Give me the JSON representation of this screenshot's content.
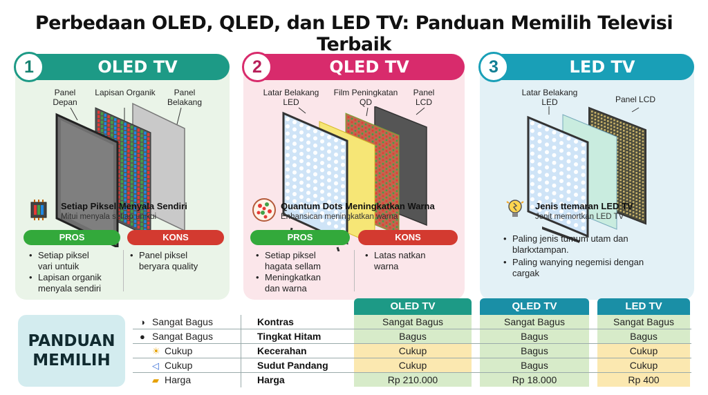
{
  "title": "Perbedaan OLED, QLED, dan LED TV: Panduan Memilih Televisi Terbaik",
  "colors": {
    "oled": "#1d9a86",
    "qled": "#d82b6c",
    "led": "#199fb7",
    "pros": "#33a93b",
    "kons": "#d33a30"
  },
  "oled": {
    "number": "1",
    "header": "OLED TV",
    "labels": {
      "front": "Panel\nDepan",
      "organic": "Lapisan Organik",
      "back": "Panel\nBelakang"
    },
    "feature_title": "Setiap Piksel Menyala Sendiri",
    "feature_sub": "Mitui menyala setiap unikui",
    "pros_label": "PROS",
    "kons_label": "KONS",
    "pros": [
      "Setiap piksel\nvari untuik",
      "Lapisan organik\nmenyala sendiri"
    ],
    "kons": [
      "Panel piksel\nberyara quality"
    ]
  },
  "qled": {
    "number": "2",
    "header": "QLED TV",
    "labels": {
      "backlight": "Latar Belakang\nLED",
      "film": "Film Peningkatan\nQD",
      "panel": "Panel\nLCD"
    },
    "feature_title": "Quantum Dots Meningkatkan Warna",
    "feature_sub": "Enhansican meningkatkan warna",
    "pros_label": "PROS",
    "kons_label": "KONS",
    "pros": [
      "Setiap piksel\nhagata sellam",
      "Meningkatkan\ndan warna"
    ],
    "kons": [
      "Latas natkan\nwarna"
    ]
  },
  "led": {
    "number": "3",
    "header": "LED TV",
    "labels": {
      "backlight": "Latar Belakang\nLED",
      "panel": "Panel LCD"
    },
    "feature_title": "Jenis ttemaran LED TV",
    "feature_sub": "Jenit memortkan LED TV",
    "bullets": [
      "Paling jenis tumum utam dan\nblarkxtampan.",
      "Paling wanying negemisi dengan\ncargak"
    ]
  },
  "guide": {
    "line1": "PANDUAN",
    "line2": "MEMILIH"
  },
  "table": {
    "columns": [
      "OLED TV",
      "QLED TV",
      "LED TV"
    ],
    "rows": [
      {
        "icon": "half-circle-icon",
        "glyph": "◑",
        "rating": "Sangat Bagus",
        "name": "Kontras",
        "values": [
          "Sangat Bagus",
          "Sangat Bagus",
          "Sangat Bagus"
        ]
      },
      {
        "icon": "black-circle-icon",
        "glyph": "●",
        "rating": "Sangat Bagus",
        "name": "Tingkat Hitam",
        "values": [
          "Bagus",
          "Bagus",
          "Bagus"
        ]
      },
      {
        "icon": "sun-icon",
        "glyph": "☀",
        "rating": "Cukup",
        "name": "Kecerahan",
        "values": [
          "Cukup",
          "Bagus",
          "Cukup"
        ]
      },
      {
        "icon": "angle-icon",
        "glyph": "◁",
        "rating": "Cukup",
        "name": "Sudut Pandang",
        "values": [
          "Cukup",
          "Bagus",
          "Cukup"
        ]
      },
      {
        "icon": "wallet-icon",
        "glyph": "▰",
        "rating": "Harga",
        "name": "Harga",
        "values": [
          "Rp 210.000",
          "Rp 18.000",
          "Rp 400"
        ]
      }
    ]
  }
}
